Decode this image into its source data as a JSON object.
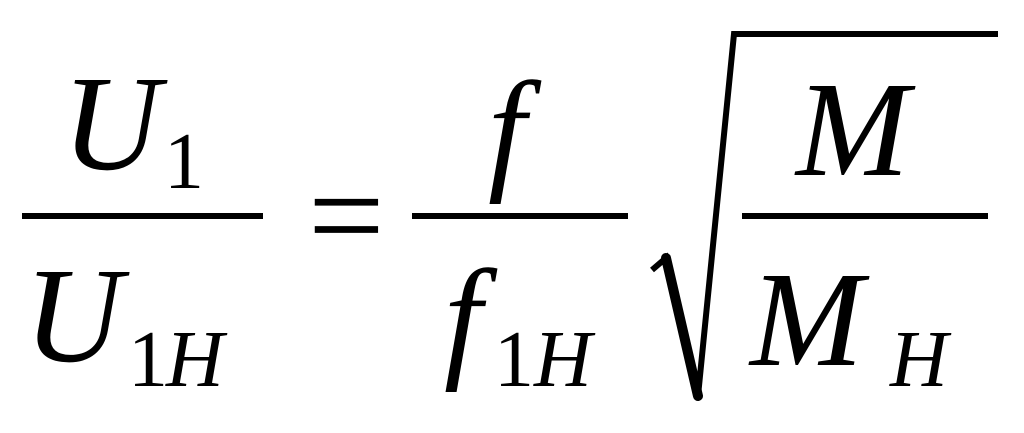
{
  "equation": {
    "lhs": {
      "numerator": {
        "symbol": "U",
        "subscript": "1"
      },
      "denominator": {
        "symbol": "U",
        "subscript_digit": "1",
        "subscript_letter": "H"
      }
    },
    "equals": "=",
    "rhs": {
      "fraction": {
        "numerator": {
          "symbol": "f"
        },
        "denominator": {
          "symbol": "f",
          "subscript_digit": "1",
          "subscript_letter": "H"
        }
      },
      "sqrt": {
        "numerator": {
          "symbol": "M"
        },
        "denominator": {
          "symbol": "M",
          "subscript": "H"
        }
      }
    }
  }
}
